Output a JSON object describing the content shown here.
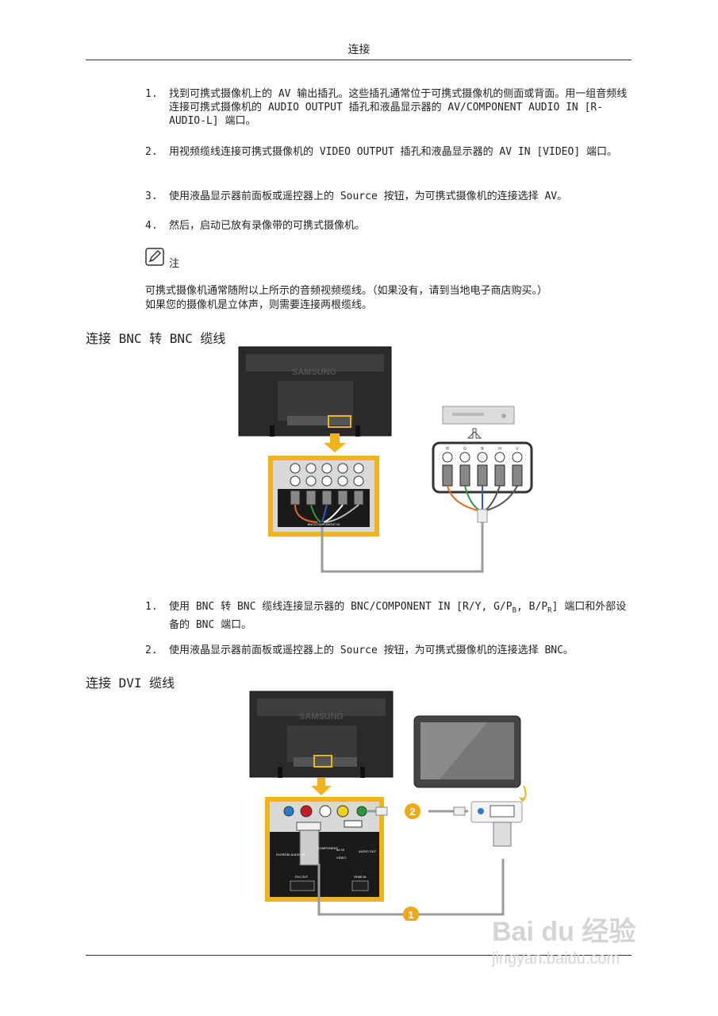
{
  "header": {
    "title": "连接"
  },
  "av_steps": [
    {
      "num": "1.",
      "text": "找到可携式摄像机上的  AV  输出插孔。这些插孔通常位于可携式摄像机的侧面或背面。用一组音频线连接可携式摄像机的 AUDIO OUTPUT 插孔和液晶显示器的 AV/COMPONENT AUDIO IN [R-AUDIO-L] 端口。"
    },
    {
      "num": "2.",
      "text": "用视频缆线连接可携式摄像机的 VIDEO OUTPUT 插孔和液晶显示器的 AV IN [VIDEO] 端口。"
    },
    {
      "num": "3.",
      "text": "使用液晶显示器前面板或遥控器上的 Source 按钮，为可携式摄像机的连接选择 AV。"
    },
    {
      "num": "4.",
      "text": "然后，启动已放有录像带的可携式摄像机。"
    }
  ],
  "note": {
    "label": "注",
    "line1": "可携式摄像机通常随附以上所示的音频视频缆线。（如果没有，请到当地电子商店购买。）",
    "line2": "如果您的摄像机是立体声，则需要连接两根缆线。"
  },
  "bnc_section": {
    "title": "连接 BNC 转 BNC 缆线",
    "brand": "SAMSUNG",
    "panel_label": "BNC/COMPONENT IN",
    "port_labels": [
      "R",
      "G",
      "B",
      "H",
      "V"
    ],
    "steps": [
      {
        "num": "1.",
        "text_a": "使用 BNC 转 BNC 缆线连接显示器的 BNC/COMPONENT IN [R/Y, G/P",
        "sub_b": "B",
        "text_b": ", B/P",
        "sub_r": "R",
        "text_c": "] 端口和外部设备的 BNC 端口。"
      },
      {
        "num": "2.",
        "text": "使用液晶显示器前面板或遥控器上的 Source 按钮，为可携式摄像机的连接选择 BNC。"
      }
    ]
  },
  "dvi_section": {
    "title": "连接 DVI 缆线",
    "brand": "SAMSUNG",
    "labels": {
      "dvi_rgb": "DVI/RGB/ AUDIO IN",
      "component": "COMPONENT",
      "av_in": "AV IN",
      "video": "VIDEO",
      "audio_out": "AUDIO OUT",
      "dvi_out": "DVI OUT",
      "hdmi_in": "HDMI IN"
    },
    "badge_1": "1",
    "badge_2": "2"
  },
  "watermark": {
    "brand": "Bai du 经验",
    "url": "jingyan.baidu.com"
  },
  "colors": {
    "highlight": "#f2b21b",
    "arrow": "#f2b21b",
    "badge": "#f0a818",
    "cable": "#9a9a9a"
  }
}
